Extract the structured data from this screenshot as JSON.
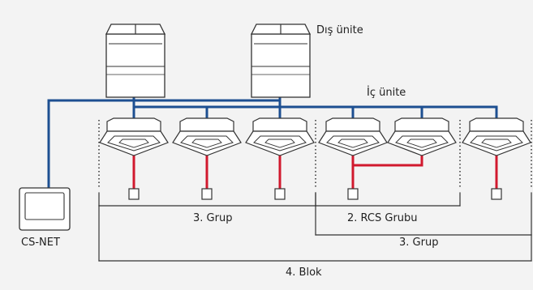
{
  "labels": {
    "outdoor_unit": "Dış ünite",
    "indoor_unit": "İç ünite",
    "controller": "CS-NET",
    "group_left": "3. Grup",
    "rcs_group": "2. RCS Grubu",
    "group_right": "3. Grup",
    "block": "4. Blok"
  },
  "colors": {
    "background": "#f3f3f3",
    "bus_line": "#1d4f91",
    "remote_line": "#d1192e",
    "outline": "#333333"
  },
  "icons": {
    "outdoor": "outdoor-unit-icon",
    "indoor": "cassette-indoor-unit-icon",
    "remote": "remote-controller-icon",
    "central": "central-controller-icon"
  }
}
